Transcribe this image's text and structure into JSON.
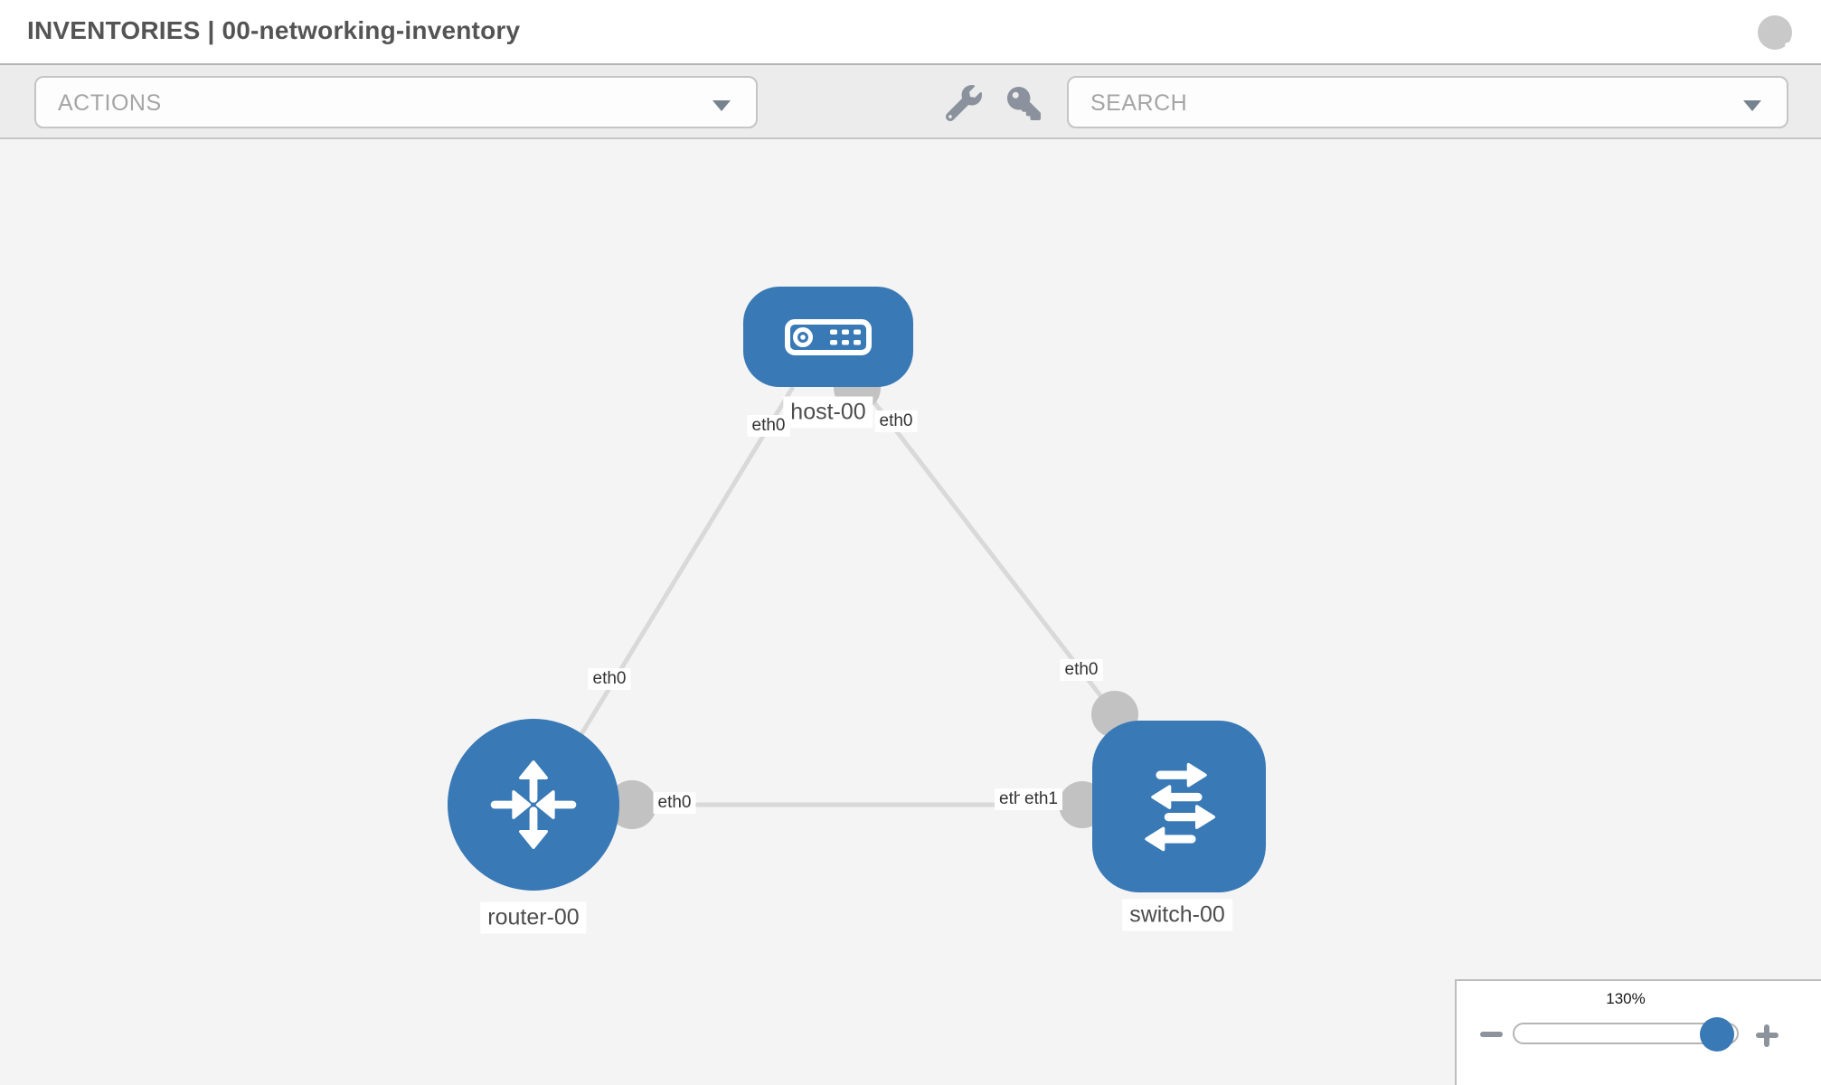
{
  "header": {
    "title": "INVENTORIES | 00-networking-inventory"
  },
  "toolbar": {
    "actions_label": "ACTIONS",
    "search_label": "SEARCH",
    "icon_buttons": [
      "wrench-icon",
      "key-icon"
    ]
  },
  "topology": {
    "nodes": [
      {
        "label": "host-00",
        "type": "host"
      },
      {
        "label": "router-00",
        "type": "router"
      },
      {
        "label": "switch-00",
        "type": "switch"
      }
    ],
    "links": [
      {
        "from": "host-00",
        "to": "router-00"
      },
      {
        "from": "host-00",
        "to": "switch-00"
      },
      {
        "from": "router-00",
        "to": "switch-00"
      }
    ],
    "interface_labels": {
      "host_side_left": "eth0",
      "host_side_right": "eth0",
      "link_host_router_mid": "eth0",
      "link_host_switch_mid": "eth0",
      "router_side": "eth0",
      "switch_side_overlap_a": "eth1",
      "switch_side_overlap_b": "eth1"
    }
  },
  "zoom_control": {
    "level": "130%"
  },
  "colors": {
    "node_blue": "#3879b6",
    "link_gray": "#d9d9d9",
    "connector_gray": "#c2c2c2",
    "canvas_bg": "#f4f4f4",
    "toolbar_bg": "#ececec"
  }
}
